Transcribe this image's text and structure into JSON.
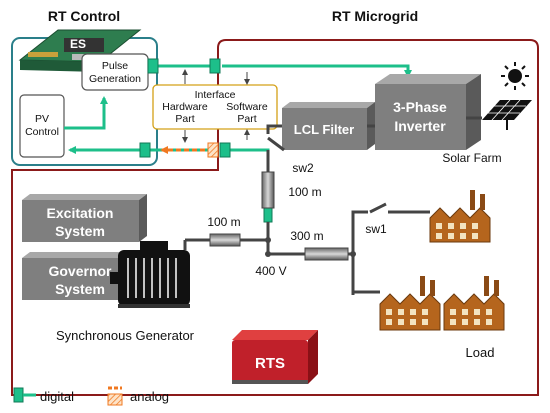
{
  "panels": {
    "rt_control": "RT Control",
    "rt_microgrid": "RT Microgrid"
  },
  "es": {
    "label": "ES",
    "pulse_generation": [
      "Pulse",
      "Generation"
    ]
  },
  "pv_control": [
    "PV",
    "Control"
  ],
  "interface": {
    "title": "Interface",
    "hardware_part": [
      "Hardware",
      "Part"
    ],
    "software_part": [
      "Software",
      "Part"
    ]
  },
  "lcl_filter": "LCL Filter",
  "inverter": [
    "3-Phase",
    "Inverter"
  ],
  "solar_farm": "Solar Farm",
  "switches": {
    "sw1": "sw1",
    "sw2": "sw2"
  },
  "lines": {
    "line_100m_vertical": "100 m",
    "line_100m_horizontal": "100 m",
    "line_300m": "300 m"
  },
  "bus_voltage": "400 V",
  "excitation_system": [
    "Excitation",
    "System"
  ],
  "governor_system": [
    "Governor",
    "System"
  ],
  "synchronous_generator": "Synchronous Generator",
  "load": "Load",
  "rts": "RTS",
  "legend": {
    "digital": "digital",
    "analog": "analog"
  },
  "colors": {
    "rt_control_border": "#2a7f8a",
    "rt_microgrid_border": "#8b1a1a",
    "digital": "#1dbf8a",
    "analog": "#f07820",
    "interface_border": "#d4a017",
    "block_gray": "#7f7f7f",
    "rts_red": "#c0202a"
  }
}
